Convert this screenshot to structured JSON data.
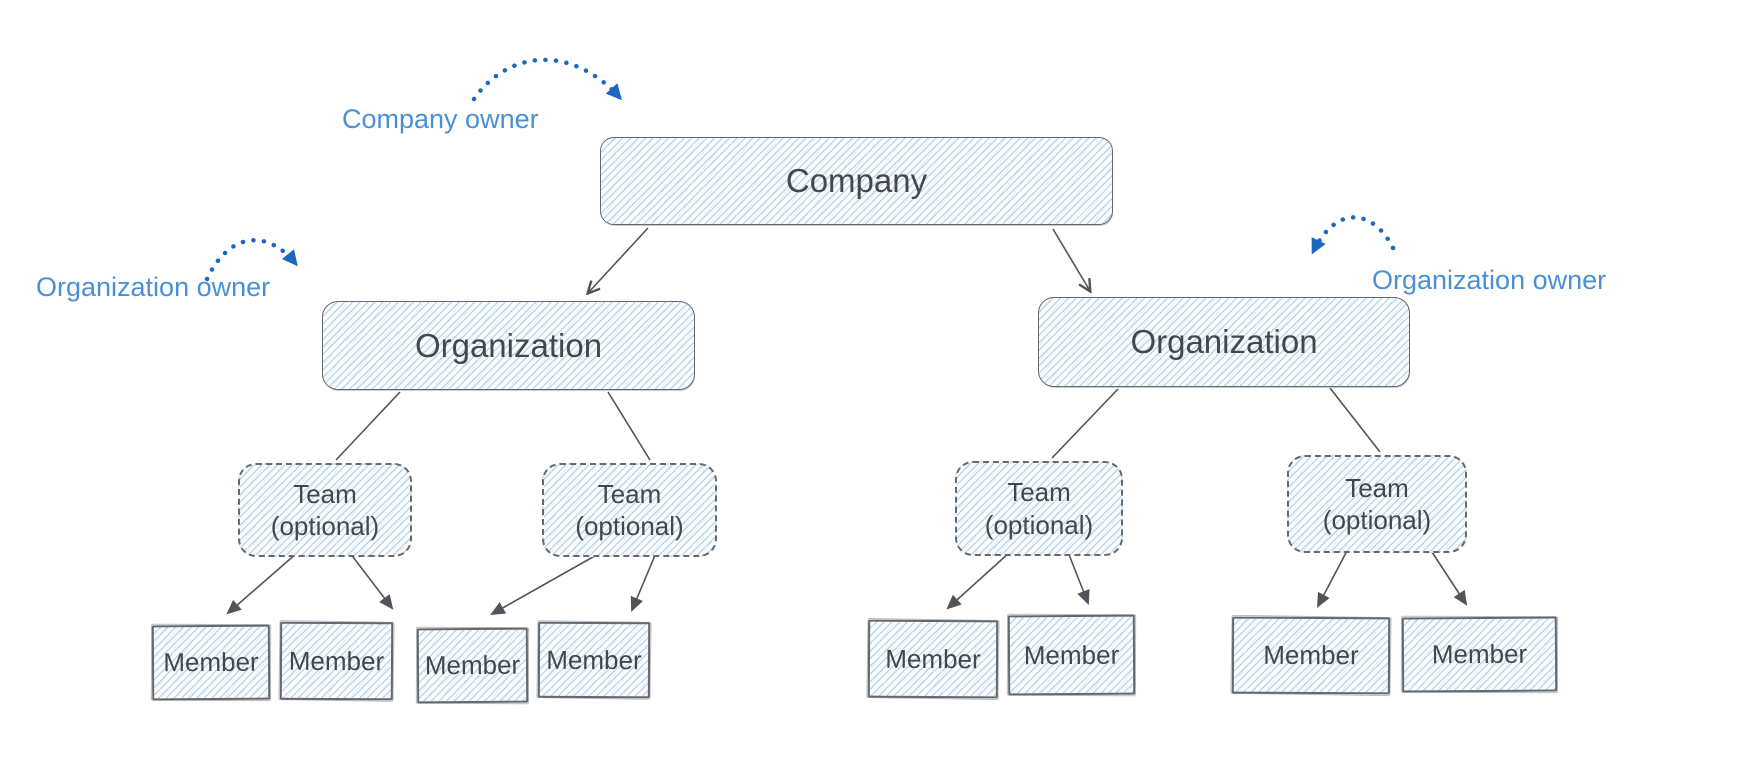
{
  "nodes": {
    "company": {
      "label": "Company"
    },
    "organizations": [
      {
        "label": "Organization"
      },
      {
        "label": "Organization"
      }
    ],
    "teams": [
      {
        "line1": "Team",
        "line2": "(optional)"
      },
      {
        "line1": "Team",
        "line2": "(optional)"
      },
      {
        "line1": "Team",
        "line2": "(optional)"
      },
      {
        "line1": "Team",
        "line2": "(optional)"
      }
    ],
    "members": [
      {
        "label": "Member"
      },
      {
        "label": "Member"
      },
      {
        "label": "Member"
      },
      {
        "label": "Member"
      },
      {
        "label": "Member"
      },
      {
        "label": "Member"
      },
      {
        "label": "Member"
      },
      {
        "label": "Member"
      }
    ]
  },
  "annotations": [
    {
      "label": "Company owner"
    },
    {
      "label": "Organization owner"
    },
    {
      "label": "Organization owner"
    }
  ],
  "colors": {
    "annotation_text": "#4a90d5",
    "annotation_arrow": "#1a68c0",
    "node_border": "#63696f",
    "node_text": "#44484d",
    "connector": "#50555a",
    "hatch_line": "#bcd6ec"
  }
}
